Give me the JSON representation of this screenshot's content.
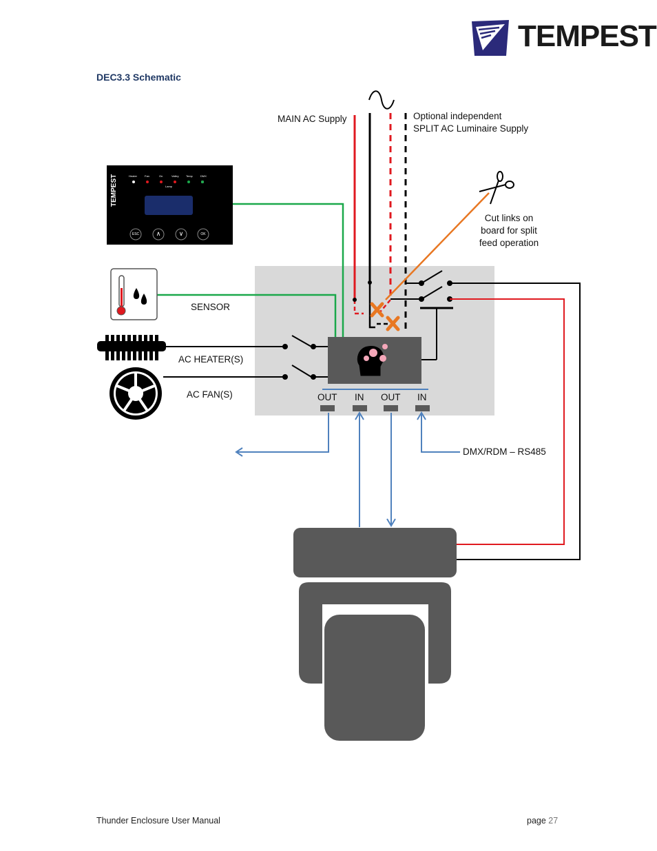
{
  "header": {
    "logo_text": "TEMPEST",
    "section_title": "DEC3.3 Schematic"
  },
  "labels": {
    "main_ac": "MAIN AC Supply",
    "split_ac_line1": "Optional independent",
    "split_ac_line2": "SPLIT AC Luminaire Supply",
    "cut_links": "Cut links on board for split feed operation",
    "sensor": "SENSOR",
    "ac_heater": "AC HEATER(S)",
    "ac_fan": "AC FAN(S)",
    "dmx": "DMX/RDM – RS485",
    "ports": [
      "OUT",
      "IN",
      "OUT",
      "IN"
    ]
  },
  "control_panel": {
    "indicators": [
      "Heater",
      "Fan",
      "On",
      "Valley",
      "Temp",
      "DMX"
    ],
    "sub_label": "Lamp",
    "brand": "TEMPEST",
    "buttons": [
      "ESC",
      "∧",
      "∨",
      "OK"
    ]
  },
  "footer": {
    "manual_title": "Thunder Enclosure User Manual",
    "page_label": "page",
    "page_number": "27"
  },
  "colors": {
    "red": "#e0191f",
    "green": "#1aa84a",
    "blue": "#4f81bd",
    "orange": "#e87722",
    "enclosure": "#d9d9d9",
    "dark": "#595959",
    "navy": "#1f3864"
  }
}
